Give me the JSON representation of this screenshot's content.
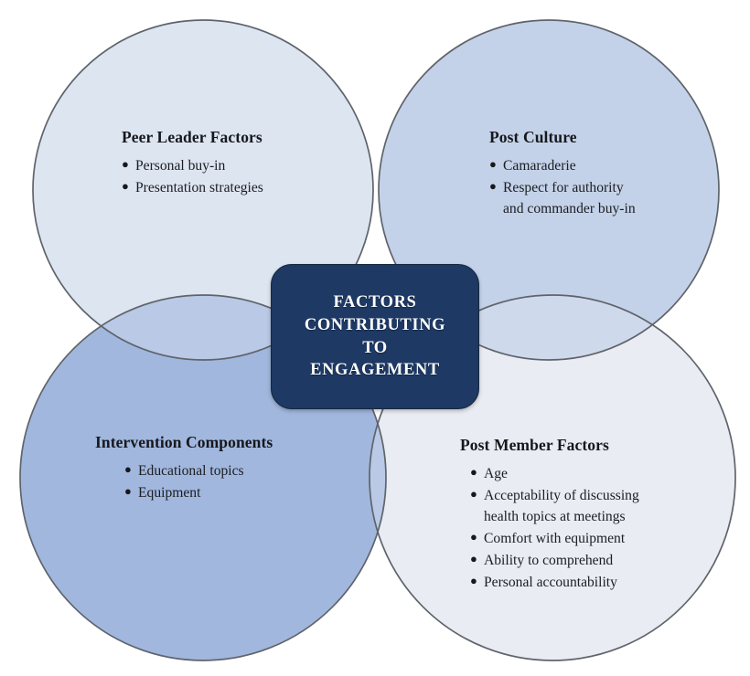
{
  "diagram": {
    "type": "venn-four-circle",
    "center": {
      "label": "FACTORS CONTRIBUTING TO ENGAGEMENT",
      "lines": [
        "FACTORS",
        "CONTRIBUTING",
        "TO",
        "ENGAGEMENT"
      ],
      "fill_color": "#1d3964",
      "text_color": "#ffffff"
    },
    "quadrants": [
      {
        "id": "peer-leader-factors",
        "position": "top-left",
        "title": "Peer Leader Factors",
        "fill_color": "#dde5f1",
        "items": [
          {
            "text": "Personal buy-in"
          },
          {
            "text": "Presentation strategies"
          }
        ]
      },
      {
        "id": "post-culture",
        "position": "top-right",
        "title": "Post Culture",
        "fill_color": "#c4d2e9",
        "items": [
          {
            "text": "Camaraderie"
          },
          {
            "text": "Respect for authority",
            "continuation": "and commander buy-in"
          }
        ]
      },
      {
        "id": "intervention-components",
        "position": "bottom-left",
        "title": "Intervention Components",
        "fill_color": "#a1b7de",
        "items": [
          {
            "text": "Educational topics"
          },
          {
            "text": "Equipment"
          }
        ]
      },
      {
        "id": "post-member-factors",
        "position": "bottom-right",
        "title": "Post Member Factors",
        "fill_color": "#e9ecf3",
        "items": [
          {
            "text": "Age"
          },
          {
            "text": "Acceptability of discussing",
            "continuation": "health topics at meetings"
          },
          {
            "text": "Comfort with equipment"
          },
          {
            "text": "Ability to comprehend"
          },
          {
            "text": "Personal accountability"
          }
        ]
      }
    ],
    "colors": {
      "outline": "#5a5f66",
      "background": "#ffffff"
    }
  }
}
